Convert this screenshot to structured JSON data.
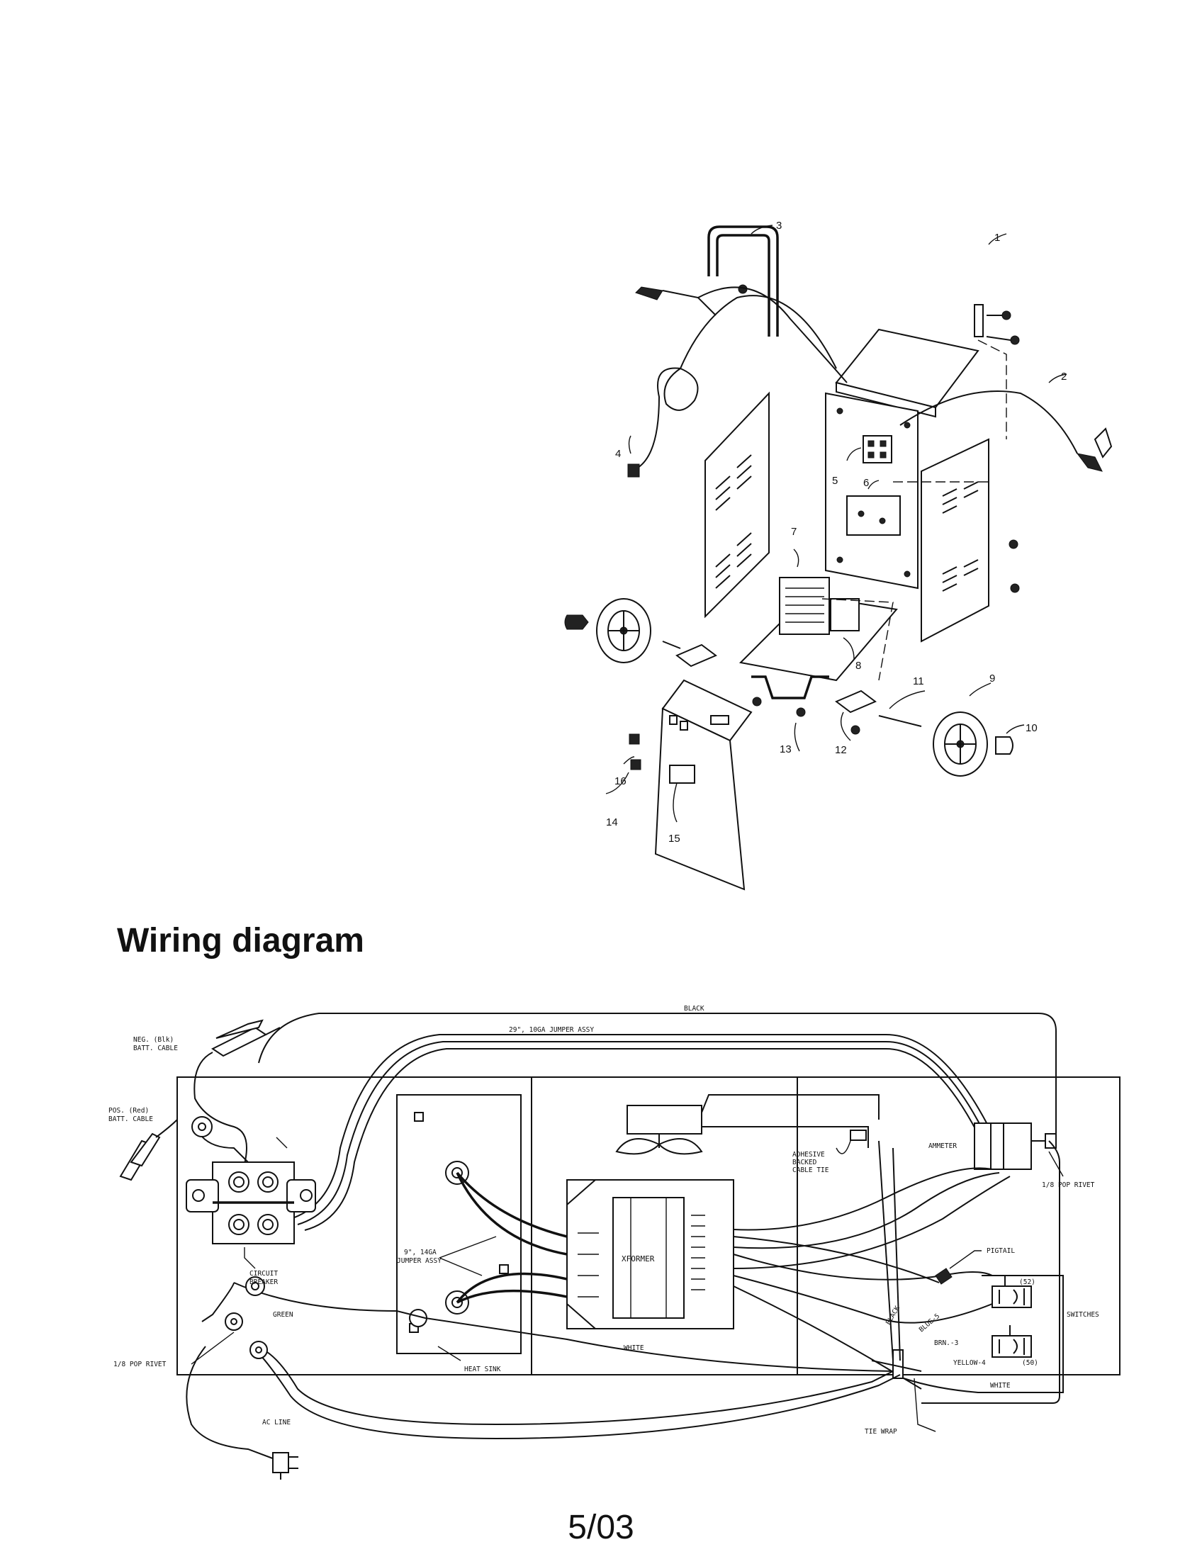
{
  "section_title": "Wiring diagram",
  "page_footer": "5/03",
  "exploded_view": {
    "callouts": [
      "1",
      "2",
      "3",
      "4",
      "5",
      "6",
      "7",
      "8",
      "9",
      "10",
      "11",
      "12",
      "13",
      "14",
      "15",
      "16"
    ]
  },
  "wiring": {
    "black_top": "BLACK",
    "jumper_29": "29\", 10GA JUMPER ASSY",
    "neg_cable": "NEG. (Blk)",
    "neg_cable2": "BATT. CABLE",
    "pos_cable": "POS. (Red)",
    "pos_cable2": "BATT. CABLE",
    "circuit_breaker": "CIRCUIT",
    "circuit_breaker2": "BREAKER",
    "jumper_9": "9\", 14GA",
    "jumper_9b": "JUMPER ASSY",
    "xformer": "XFORMER",
    "adhesive": "ADHESIVE",
    "adhesive2": "BACKED",
    "adhesive3": "CABLE TIE",
    "ammeter": "AMMETER",
    "pop_rivet_right": "1/8 POP RIVET",
    "pigtail": "PIGTAIL",
    "switches": "SWITCHES",
    "sw52": "(52)",
    "sw50": "(50)",
    "black_side": "BLACK",
    "blue": "BLUE-5",
    "brn": "BRN.-3",
    "yellow": "YELLOW-4",
    "white_right": "WHITE",
    "white_mid": "WHITE",
    "green": "GREEN",
    "pop_rivet_left": "1/8 POP RIVET",
    "heat_sink": "HEAT SINK",
    "ac_line": "AC LINE",
    "tie_wrap": "TIE WRAP"
  }
}
